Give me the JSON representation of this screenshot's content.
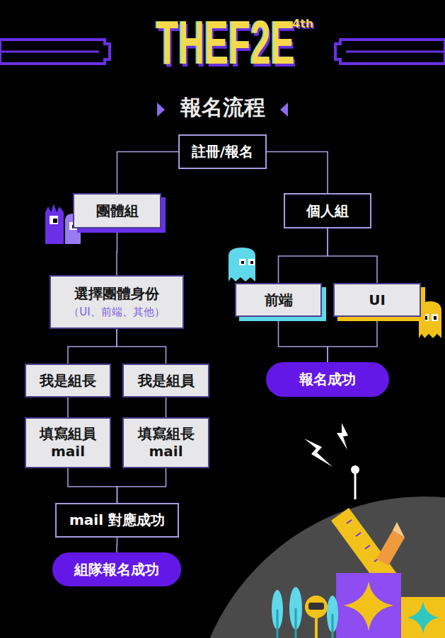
{
  "diagram": {
    "title": "報名流程",
    "nodes": [
      {
        "text": [
          "註冊/報名"
        ]
      },
      {
        "text": [
          "團體組"
        ]
      },
      {
        "text": [
          "個人組"
        ]
      },
      {
        "text": [
          "選擇團體身份",
          "（UI、前端、其他）"
        ]
      },
      {
        "text": [
          "我是組長"
        ]
      },
      {
        "text": [
          "我是組員"
        ]
      },
      {
        "text": [
          "填寫組員 mail"
        ]
      },
      {
        "text": [
          "填寫組長 mail"
        ]
      },
      {
        "text": [
          "mail 對應成功"
        ]
      },
      {
        "text": [
          "組隊報名成功"
        ]
      },
      {
        "text": [
          "前端"
        ]
      },
      {
        "text": [
          "UI"
        ]
      },
      {
        "text": [
          "報名成功"
        ]
      }
    ],
    "edges": [
      {
        "from": 0,
        "to": 1,
        "arrow": "none"
      },
      {
        "from": 0,
        "to": 2,
        "arrow": "none"
      },
      {
        "from": 1,
        "to": 3,
        "arrow": "none"
      },
      {
        "from": 3,
        "to": 4,
        "arrow": "none"
      },
      {
        "from": 3,
        "to": 5,
        "arrow": "none"
      },
      {
        "from": 4,
        "to": 6,
        "arrow": "none"
      },
      {
        "from": 5,
        "to": 7,
        "arrow": "none"
      },
      {
        "from": 6,
        "to": 8,
        "arrow": "none"
      },
      {
        "from": 7,
        "to": 8,
        "arrow": "none"
      },
      {
        "from": 8,
        "to": 9,
        "arrow": "none"
      },
      {
        "from": 2,
        "to": 10,
        "arrow": "none"
      },
      {
        "from": 2,
        "to": 11,
        "arrow": "none"
      },
      {
        "from": 10,
        "to": 12,
        "arrow": "none"
      },
      {
        "from": 11,
        "to": 12,
        "arrow": "none"
      }
    ],
    "labels": [
      "THEF2E",
      "4th"
    ]
  }
}
